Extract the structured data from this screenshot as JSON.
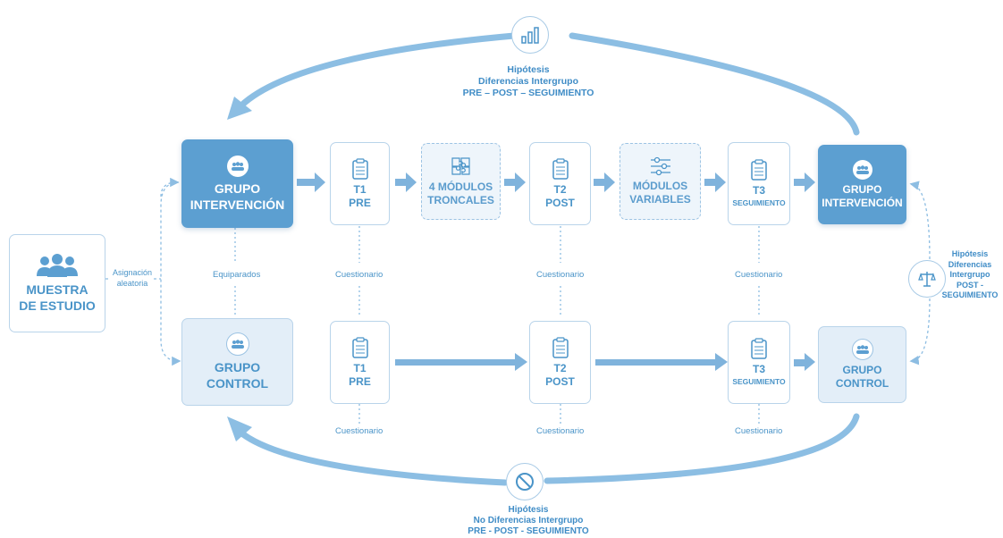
{
  "boxes": {
    "muestra": [
      "MUESTRA",
      "DE ESTUDIO"
    ],
    "grupo_intervencion": [
      "GRUPO",
      "INTERVENCIÓN"
    ],
    "grupo_control": [
      "GRUPO",
      "CONTROL"
    ],
    "t1": [
      "T1",
      "PRE"
    ],
    "t2": [
      "T2",
      "POST"
    ],
    "t3": [
      "T3",
      "SEGUIMIENTO"
    ],
    "modulos_troncales": [
      "4 MÓDULOS",
      "TRONCALES"
    ],
    "modulos_variables": [
      "MÓDULOS",
      "VARIABLES"
    ]
  },
  "labels": {
    "asignacion": [
      "Asignación",
      "aleatoria"
    ],
    "equiparados": "Equiparados",
    "cuestionario": "Cuestionario"
  },
  "hypotheses": {
    "top": [
      "Hipótesis",
      "Diferencias Intergrupo",
      "PRE – POST – SEGUIMIENTO"
    ],
    "bottom": [
      "Hipótesis",
      "No Diferencias Intergrupo",
      "PRE - POST - SEGUIMIENTO"
    ],
    "right": [
      "Hipótesis",
      "Diferencias",
      "Intergrupo",
      "POST -",
      "SEGUIMIENTO"
    ]
  },
  "icons": {
    "top": "bar-chart-icon",
    "bottom": "prohibited-icon",
    "right": "balance-scale-icon",
    "group": "people-group-icon",
    "test": "clipboard-checklist-icon",
    "troncales": "puzzle-icon",
    "variables": "sliders-icon"
  },
  "colors": {
    "dark_blue": "#5c9fd1",
    "light_blue": "#e3eef8",
    "arrow": "#82b5dd",
    "text": "#4a94c8"
  }
}
